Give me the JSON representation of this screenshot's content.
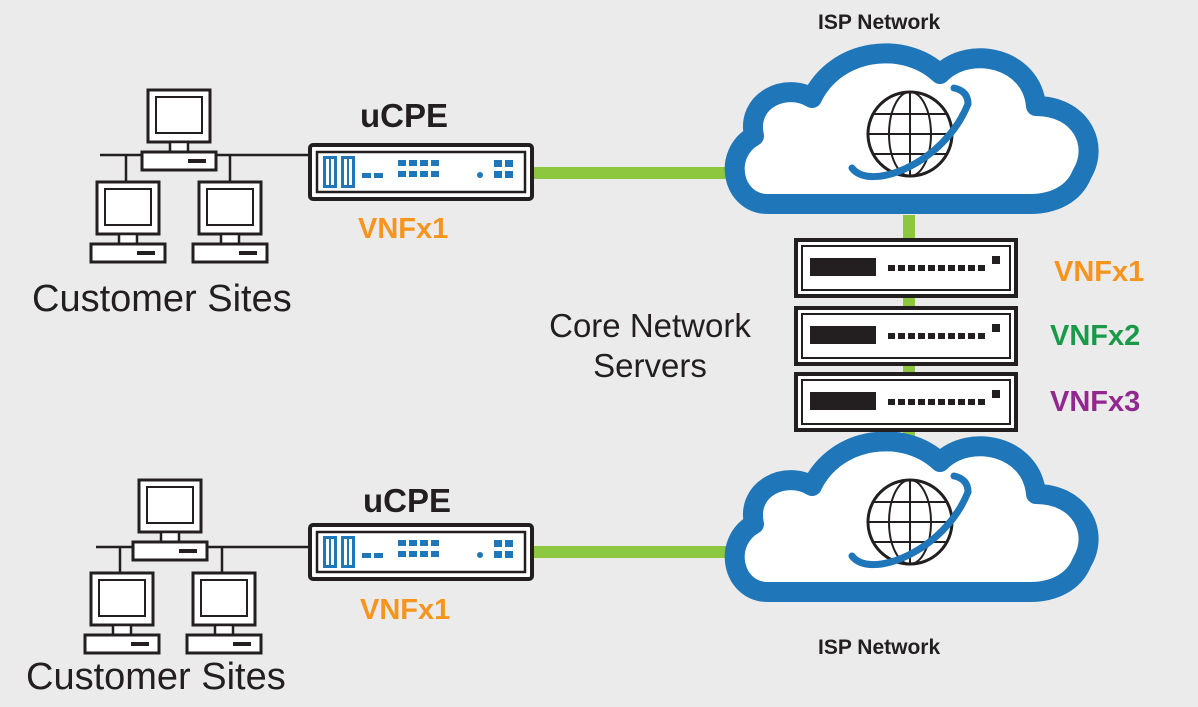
{
  "colors": {
    "background": "#ebebeb",
    "link_line": "#8dc63f",
    "cloud_blue": "#1f76b8",
    "vnf1": "#f7941d",
    "vnf2": "#1a9a48",
    "vnf3": "#92278f",
    "device_dark": "#231f20"
  },
  "top_site": {
    "sites_label": "Customer Sites",
    "ucpe_label": "uCPE",
    "vnf_label": "VNFx1",
    "isp_label": "ISP Network"
  },
  "bottom_site": {
    "sites_label": "Customer Sites",
    "ucpe_label": "uCPE",
    "vnf_label": "VNFx1",
    "isp_label": "ISP Network"
  },
  "core": {
    "label_line1": "Core Network",
    "label_line2": "Servers",
    "vnfs": [
      "VNFx1",
      "VNFx2",
      "VNFx3"
    ]
  },
  "icons": [
    "computer-icon",
    "ucpe-device-icon",
    "cloud-icon",
    "globe-icon",
    "rack-server-icon"
  ]
}
